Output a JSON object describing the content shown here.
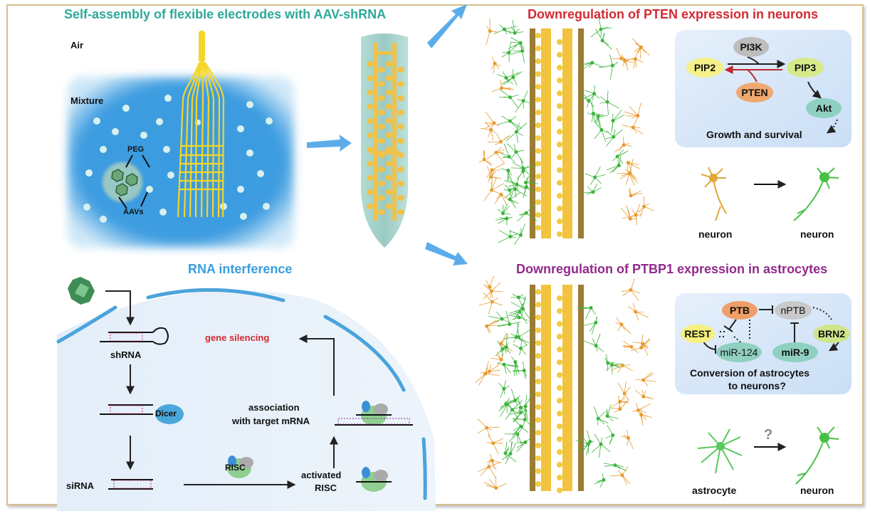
{
  "titles": {
    "self_assembly": "Self-assembly of flexible electrodes with AAV-shRNA",
    "pten": "Downregulation of PTEN expression in neurons",
    "ptbp1": "Downregulation of PTBP1 expression in astrocytes",
    "rnai": "RNA interference"
  },
  "self_assembly_panel": {
    "air_label": "Air",
    "mixture_label": "Mixture",
    "peg_label": "PEG",
    "aavs_label": "AAVs"
  },
  "pten_pathway": {
    "nodes": {
      "pi3k": "PI3K",
      "pip2": "PIP2",
      "pip3": "PIP3",
      "pten": "PTEN",
      "akt": "Akt"
    },
    "outcome": "Growth and survival",
    "conversion_from": "neuron",
    "conversion_to": "neuron"
  },
  "ptbp1_pathway": {
    "nodes": {
      "ptb": "PTB",
      "nptb": "nPTB",
      "rest": "REST",
      "brn2": "BRN2",
      "mir124": "miR-124",
      "mir9": "miR-9"
    },
    "outcome_line1": "Conversion of astrocytes",
    "outcome_line2": "to neurons?",
    "conversion_from": "astrocyte",
    "conversion_to": "neuron",
    "question_mark": "?"
  },
  "rnai_panel": {
    "shrna": "shRNA",
    "dicer": "Dicer",
    "sirna": "siRNA",
    "risc": "RISC",
    "activated_risc_line1": "activated",
    "activated_risc_line2": "RISC",
    "association_line1": "association",
    "association_line2": "with target mRNA",
    "gene_silencing": "gene silencing"
  },
  "colors": {
    "teal_title": "#2ea89a",
    "red_title": "#d22a32",
    "purple_title": "#922a8c",
    "blue_title": "#3a9ede",
    "electrode_gold": "#f2c63a",
    "neuron_green": "#3cb43c",
    "neuron_orange": "#e8a030",
    "mixture_blue": "#3d9de0"
  }
}
